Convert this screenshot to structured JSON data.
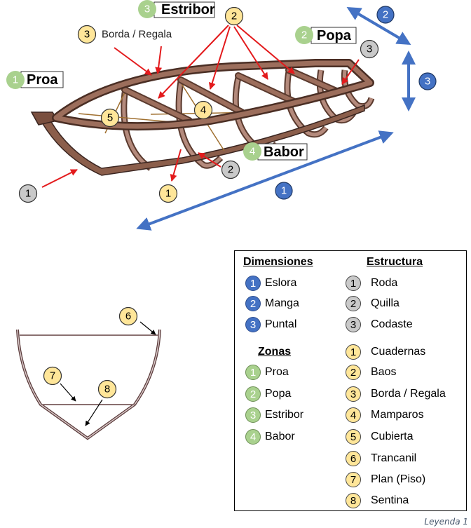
{
  "zones": {
    "proa": {
      "num": "1",
      "label": "Proa"
    },
    "popa": {
      "num": "2",
      "label": "Popa"
    },
    "estribor": {
      "num": "3",
      "label": "Estribor"
    },
    "babor": {
      "num": "4",
      "label": "Babor"
    }
  },
  "dimension_markers": {
    "eslora": "1",
    "manga": "2",
    "puntal": "3"
  },
  "structure_markers": {
    "roda": "1",
    "quilla": "2",
    "codaste": "3"
  },
  "part_markers": {
    "cuadernas": "1",
    "baos": "2",
    "borda": "3",
    "mamparos": "4",
    "cubierta": "5",
    "trancanil": "6",
    "plan": "7",
    "sentina": "8"
  },
  "callout_borda_label": "Borda / Regala",
  "legend": {
    "dimensiones": {
      "title": "Dimensiones",
      "items": [
        {
          "num": "1",
          "label": "Eslora"
        },
        {
          "num": "2",
          "label": "Manga"
        },
        {
          "num": "3",
          "label": "Puntal"
        }
      ]
    },
    "zonas": {
      "title": "Zonas",
      "items": [
        {
          "num": "1",
          "label": "Proa"
        },
        {
          "num": "2",
          "label": "Popa"
        },
        {
          "num": "3",
          "label": "Estribor"
        },
        {
          "num": "4",
          "label": "Babor"
        }
      ]
    },
    "estructura": {
      "title": "Estructura",
      "gray_items": [
        {
          "num": "1",
          "label": "Roda"
        },
        {
          "num": "2",
          "label": "Quilla"
        },
        {
          "num": "3",
          "label": "Codaste"
        }
      ],
      "yellow_items": [
        {
          "num": "1",
          "label": "Cuadernas"
        },
        {
          "num": "2",
          "label": "Baos"
        },
        {
          "num": "3",
          "label": "Borda / Regala"
        },
        {
          "num": "4",
          "label": "Mamparos"
        },
        {
          "num": "5",
          "label": "Cubierta"
        },
        {
          "num": "6",
          "label": "Trancanil"
        },
        {
          "num": "7",
          "label": "Plan (Piso)"
        },
        {
          "num": "8",
          "label": "Sentina"
        }
      ]
    }
  },
  "caption": "Leyenda 1",
  "colors": {
    "blue": "#4472c4",
    "green": "#a9d18e",
    "gray": "#c9c9c9",
    "yellow": "#ffe699",
    "wood": "#8b5e4b",
    "wood_light": "#b08878",
    "red_arrow": "#e31a1c",
    "cord": "#a07030"
  }
}
